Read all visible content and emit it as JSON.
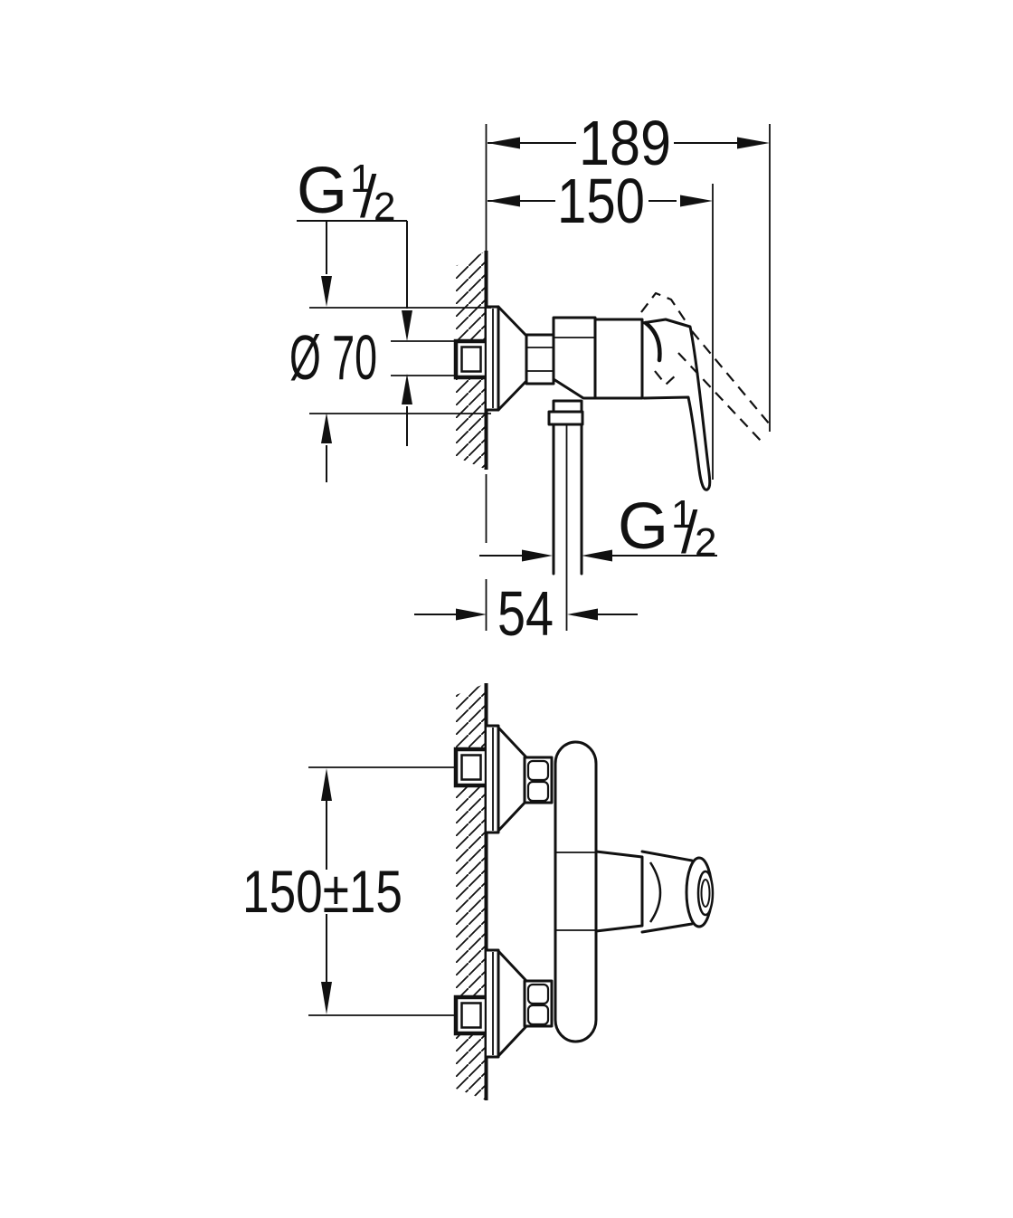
{
  "drawing": {
    "type": "technical-dimension-drawing",
    "subject": "wall-mounted single-lever shower mixer, side view (top) and front view (bottom)",
    "background_color": "#ffffff",
    "line_color": "#111111",
    "views": {
      "side_view_label": "side elevation with wall section, escutcheon, hex nut, valve body, lever handle (solid and dashed raised position), shower hose outlet",
      "front_view_label": "front elevation with two wall unions, escutcheons, hex nuts, body capsule and lever handle"
    },
    "dimensions": {
      "overall_depth": "189",
      "wall_to_handle_front": "150",
      "escutcheon_diameter": "Ø 70",
      "wall_to_hose_center": "54",
      "inlet_spacing": "150±15"
    },
    "thread_labels": {
      "top": {
        "letter": "G",
        "numerator": "1",
        "slash": "/",
        "denominator": "2"
      },
      "bottom": {
        "letter": "G",
        "numerator": "1",
        "slash": "/",
        "denominator": "2"
      }
    }
  }
}
